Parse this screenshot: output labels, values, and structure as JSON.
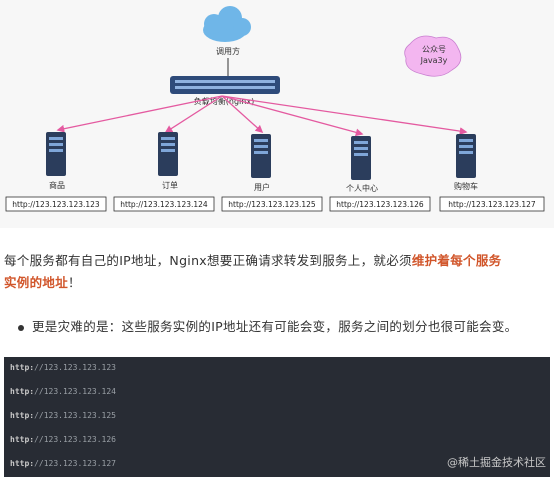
{
  "diagram": {
    "caller_label": "调用方",
    "lb_label": "负载均衡(nginx)",
    "sticker": {
      "line1": "公众号",
      "line2": "Java3y"
    },
    "services": [
      {
        "name": "商品",
        "url": "http://123.123.123.123"
      },
      {
        "name": "订单",
        "url": "http://123.123.123.124"
      },
      {
        "name": "用户",
        "url": "http://123.123.123.125"
      },
      {
        "name": "个人中心",
        "url": "http://123.123.123.126"
      },
      {
        "name": "购物车",
        "url": "http://123.123.123.127"
      }
    ],
    "colors": {
      "arrow": "#e45aa0",
      "cloud": "#6fb6e8",
      "sticker": "#f3b6f0"
    }
  },
  "article": {
    "para1_a": "每个服务都有自己的IP地址，Nginx想要正确请求转发到服务上，就必须",
    "para1_b": "维护着每个服务",
    "para1_c": "实例的地址",
    "para1_d": "！",
    "bullet": "更是灾难的是：这些服务实例的IP地址还有可能会变，服务之间的划分也很可能会变。"
  },
  "code": {
    "lines": [
      {
        "scheme": "http:",
        "rest": "//123.123.123.123"
      },
      {
        "scheme": "http:",
        "rest": "//123.123.123.124"
      },
      {
        "scheme": "http:",
        "rest": "//123.123.123.125"
      },
      {
        "scheme": "http:",
        "rest": "//123.123.123.126"
      },
      {
        "scheme": "http:",
        "rest": "//123.123.123.127"
      }
    ]
  },
  "watermark": "@稀土掘金技术社区"
}
